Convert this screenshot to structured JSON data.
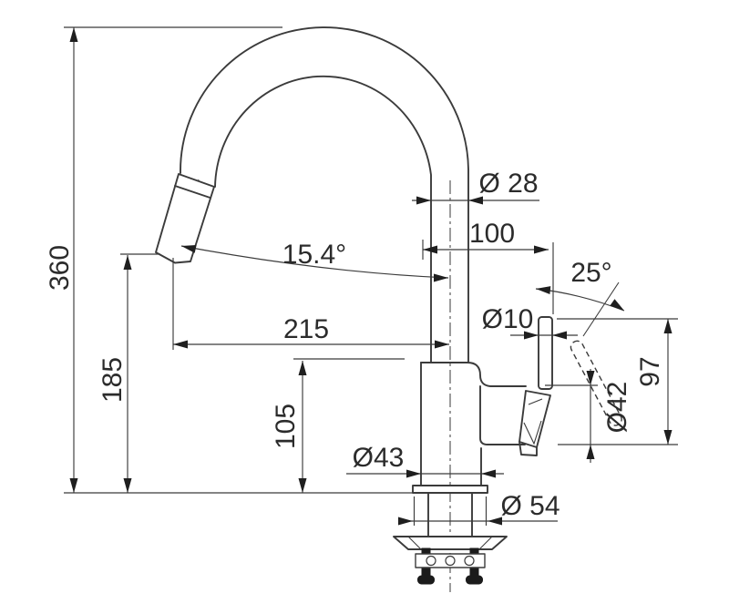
{
  "drawing": {
    "title": "Kitchen faucet with pull-out spray — dimensional drawing",
    "units": "mm",
    "colors": {
      "background": "#ffffff",
      "line": "#3b3b3b",
      "text": "#2b2b2b"
    },
    "labels": {
      "overall_height": "360",
      "outlet_height": "185",
      "body_top_height": "105",
      "spout_reach": "215",
      "lever_offset": "100",
      "spout_tube_diameter": "Ø 28",
      "spout_end_angle": "15.4°",
      "lever_swing_angle": "25°",
      "lever_rod_diameter": "Ø10",
      "lever_hub_diameter": "Ø42",
      "lever_height": "97",
      "body_diameter": "Ø43",
      "base_flange_diameter": "Ø 54"
    }
  }
}
